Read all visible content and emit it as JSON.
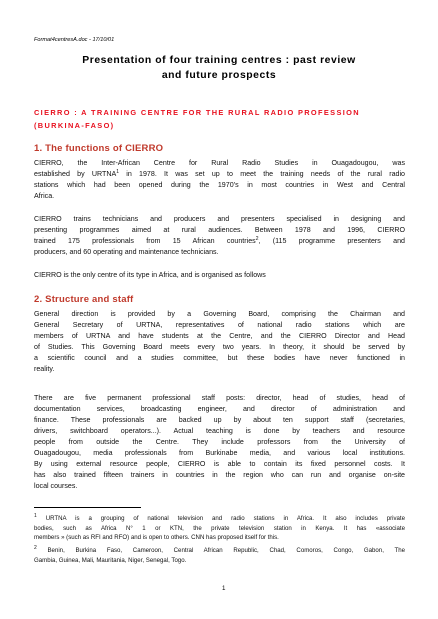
{
  "header": {
    "file_label": "Format4centresA.doc - 17/10/01"
  },
  "title": {
    "line1": "Presentation of four training centres : past review",
    "line2": "and future prospects"
  },
  "section": {
    "line1": "CIERRO : A TRAINING CENTRE FOR THE RURAL RADIO PROFESSION",
    "line2": "(BURKINA-FASO)"
  },
  "s1": {
    "heading": "1. The functions of CIERRO",
    "p1": [
      "CIERRO, the Inter-African Centre for Rural Radio Studies in Ouagadougou, was",
      "established by URTNA",
      "1",
      " in 1978. It was set up to meet the training needs of the rural radio",
      "stations which had been opened during the 1970’s in most countries in West and Central",
      "Africa."
    ],
    "p2": [
      "CIERRO trains technicians and producers and presenters specialised in designing and",
      "presenting programmes aimed at rural audiences. Between 1978 and 1996, CIERRO",
      "trained 175 professionals from 15 African countries",
      "2",
      ", (115 programme presenters and",
      "producers, and 60 operating and maintenance technicians."
    ],
    "p3": "CIERRO is the only centre of its type in Africa, and is organised as follows"
  },
  "s2": {
    "heading": "2. Structure and staff",
    "p1": [
      "General direction is provided by a Governing Board, comprising the Chairman and",
      "General Secretary of URTNA, representatives of national radio stations which are",
      "members of URTNA and have students at the Centre, and the CIERRO Director and Head",
      "of Studies. This Governing Board meets every two years. In theory, it should be served by",
      "a scientific council and a studies committee, but these bodies have never functioned in",
      "reality."
    ],
    "p2": [
      "There are five permanent professional staff posts: director, head of studies, head of",
      "documentation services, broadcasting engineer, and director of administration and",
      "finance. These professionals are backed up by about ten support staff (secretaries,",
      "drivers, switchboard operators...). Actual teaching is done by teachers and resource",
      "people from outside the Centre. They include professors from the University of",
      "Ouagadougou, media professionals from Burkinabe media, and various local institutions.",
      "By using external resource people, CIERRO is able to contain its fixed personnel costs. It",
      "has also trained fifteen trainers in countries in the region who can run and organise on-site",
      "local courses."
    ]
  },
  "footnotes": {
    "fn1": [
      "1",
      " URTNA is a grouping of national television and radio stations in Africa. It also includes private",
      "bodies, such as Africa N° 1 or KTN, the private television station in Kenya. It has «associate",
      "members » (such as RFI and RFO) and is open to others. CNN has proposed itself for this."
    ],
    "fn2": [
      "2",
      " Benin, Burkina Faso, Cameroon, Central African Republic, Chad, Comoros, Congo, Gabon, The",
      "Gambia, Guinea, Mali, Mauritania, Niger, Senegal, Togo."
    ]
  },
  "page_number": "1"
}
